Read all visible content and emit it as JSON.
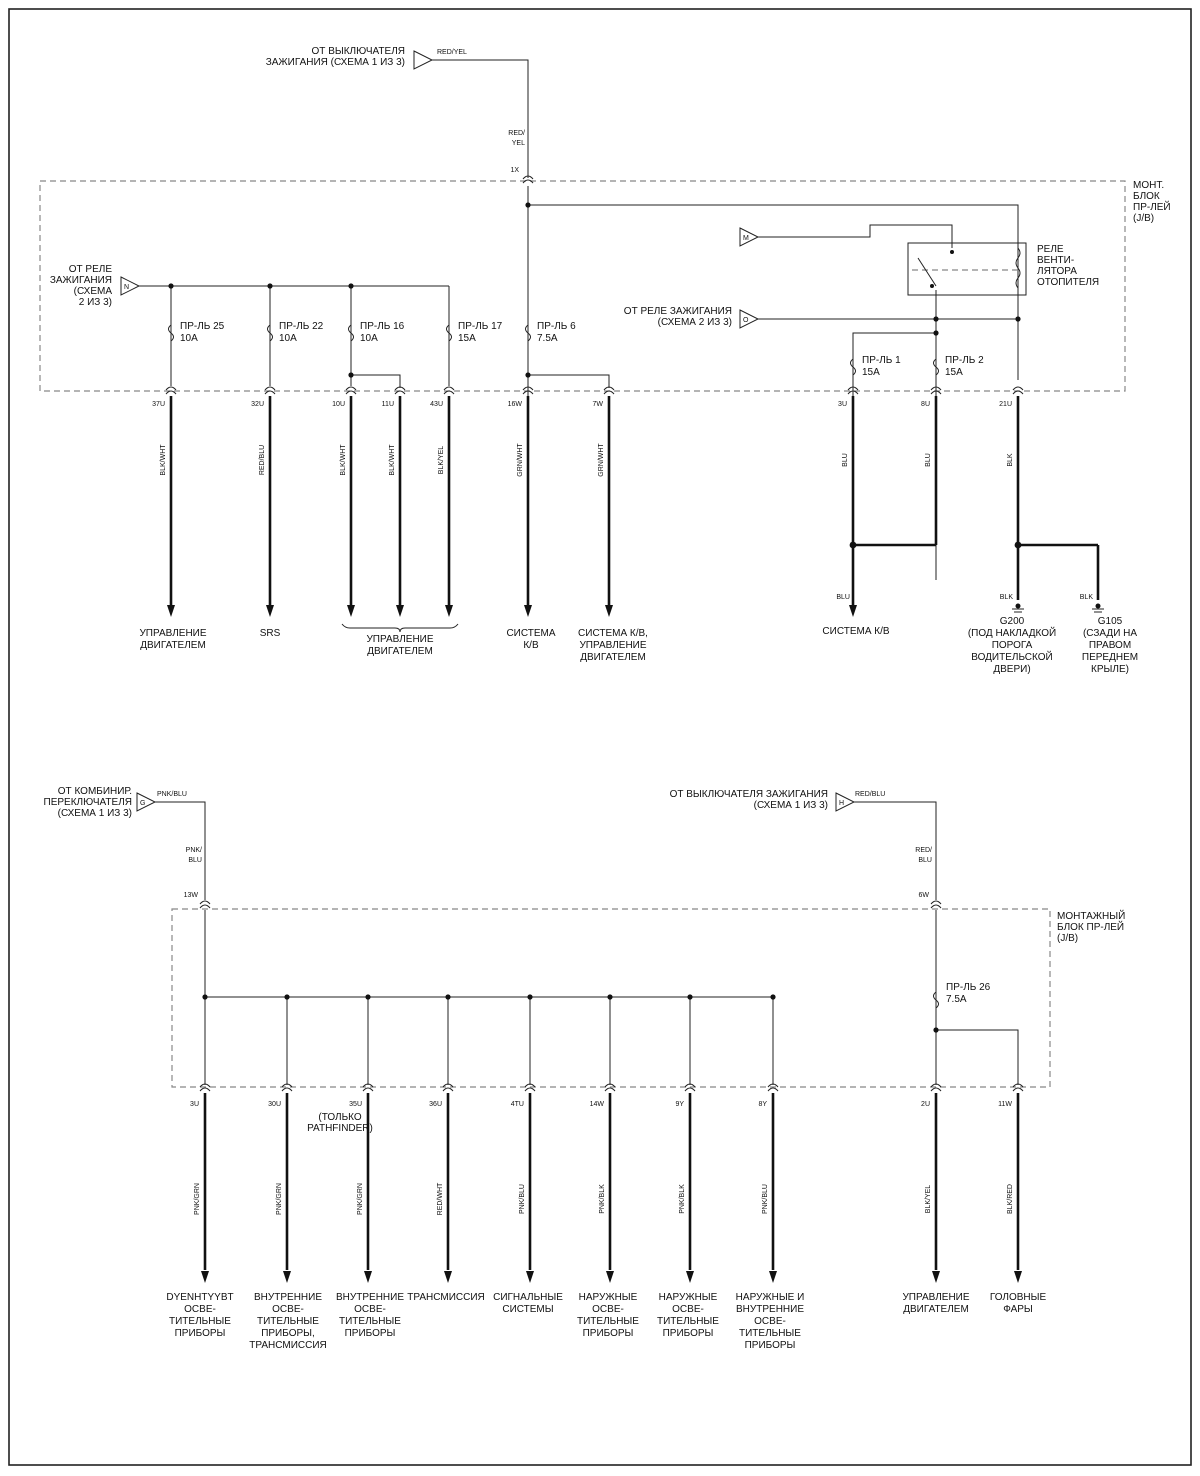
{
  "top": {
    "source_ign_switch": [
      "ОТ ВЫКЛЮЧАТЕЛЯ",
      "ЗАЖИГАНИЯ (СХЕМА 1 ИЗ 3)"
    ],
    "source_wire_color": "RED/YEL",
    "vertical_wire_color": [
      "RED/",
      "YEL"
    ],
    "entry_connector": "1X",
    "jb_label": [
      "МОНТ.",
      "БЛОК",
      "ПР-ЛЕЙ",
      "(J/B)"
    ],
    "ign_relay_source": [
      "ОТ РЕЛЕ",
      "ЗАЖИГАНИЯ",
      "(СХЕМА",
      "2 ИЗ 3)"
    ],
    "arrow_n": "N",
    "arrow_m": "M",
    "arrow_o": "O",
    "relay_label": [
      "РЕЛЕ",
      "ВЕНТИ-",
      "ЛЯТОРА",
      "ОТОПИТЕЛЯ"
    ],
    "ign_relay_source2": [
      "ОТ РЕЛЕ ЗАЖИГАНИЯ",
      "(СХЕМА 2 ИЗ 3)"
    ],
    "fuses": [
      {
        "name": "ПР-ЛЬ 25",
        "rating": "10A"
      },
      {
        "name": "ПР-ЛЬ 22",
        "rating": "10A"
      },
      {
        "name": "ПР-ЛЬ 16",
        "rating": "10A"
      },
      {
        "name": "ПР-ЛЬ 17",
        "rating": "15A"
      },
      {
        "name": "ПР-ЛЬ 6",
        "rating": "7.5A"
      },
      {
        "name": "ПР-ЛЬ 1",
        "rating": "15A"
      },
      {
        "name": "ПР-ЛЬ 2",
        "rating": "15A"
      }
    ],
    "connectors": [
      "37U",
      "32U",
      "10U",
      "11U",
      "43U",
      "16W",
      "7W",
      "3U",
      "8U",
      "21U"
    ],
    "wires": [
      "BLK/WHT",
      "RED/BLU",
      "BLK/WHT",
      "BLK/WHT",
      "BLK/YEL",
      "GRN/WHT",
      "GRN/WHT",
      "BLU",
      "BLU",
      "BLK"
    ],
    "blu_label": "BLU",
    "blk_label": "BLK",
    "dest_engine": [
      "УПРАВЛЕНИЕ",
      "ДВИГАТЕЛЕМ"
    ],
    "dest_srs": "SRS",
    "dest_engine_group": [
      "УПРАВЛЕНИЕ",
      "ДВИГАТЕЛЕМ"
    ],
    "dest_ac": [
      "СИСТЕМА",
      "К/В"
    ],
    "dest_ac_engine": [
      "СИСТЕМА К/В,",
      "УПРАВЛЕНИЕ",
      "ДВИГАТЕЛЕМ"
    ],
    "dest_ac2": "СИСТЕМА К/В",
    "ground_g200": [
      "G200",
      "(ПОД НАКЛАДКОЙ",
      "ПОРОГА",
      "ВОДИТЕЛЬСКОЙ",
      "ДВЕРИ)"
    ],
    "ground_g105": [
      "G105",
      "(СЗАДИ НА",
      "ПРАВОМ",
      "ПЕРЕДНЕМ",
      "КРЫЛЕ)"
    ]
  },
  "bottom": {
    "combo_source": [
      "ОТ КОМБИНИР.",
      "ПЕРЕКЛЮЧАТЕЛЯ",
      "(СХЕМА 1 ИЗ 3)"
    ],
    "arrow_g": "G",
    "combo_wire": "PNK/BLU",
    "combo_vwire": [
      "PNK/",
      "BLU"
    ],
    "combo_connector": "13W",
    "ign_source": [
      "ОТ ВЫКЛЮЧАТЕЛЯ ЗАЖИГАНИЯ",
      "(СХЕМА 1 ИЗ 3)"
    ],
    "arrow_h": "H",
    "ign_wire": "RED/BLU",
    "ign_vwire": [
      "RED/",
      "BLU"
    ],
    "ign_connector": "6W",
    "jb_label": [
      "МОНТАЖНЫЙ",
      "БЛОК ПР-ЛЕЙ",
      "(J/B)"
    ],
    "fuse": {
      "name": "ПР-ЛЬ 26",
      "rating": "7.5A"
    },
    "pathfinder_note": [
      "(ТОЛЬКО",
      "PATHFINDER)"
    ],
    "connectors": [
      "3U",
      "30U",
      "35U",
      "36U",
      "4TU",
      "14W",
      "9Y",
      "8Y",
      "2U",
      "11W"
    ],
    "wires": [
      "PNK/GRN",
      "PNK/GRN",
      "PNK/GRN",
      "RED/WHT",
      "PNK/BLU",
      "PNK/BLK",
      "PNK/BLK",
      "PNK/BLU",
      "BLK/YEL",
      "BLK/RED"
    ],
    "dests": [
      [
        "DYENHTYYBT",
        "ОСВЕ-",
        "ТИТЕЛЬНЫЕ",
        "ПРИБОРЫ"
      ],
      [
        "ВНУТРЕННИЕ",
        "ОСВЕ-",
        "ТИТЕЛЬНЫЕ",
        "ПРИБОРЫ,",
        "ТРАНСМИССИЯ"
      ],
      [
        "ВНУТРЕННИЕ",
        "ОСВЕ-",
        "ТИТЕЛЬНЫЕ",
        "ПРИБОРЫ"
      ],
      [
        "ТРАНСМИССИЯ"
      ],
      [
        "СИГНАЛЬНЫЕ",
        "СИСТЕМЫ"
      ],
      [
        "НАРУЖНЫЕ",
        "ОСВЕ-",
        "ТИТЕЛЬНЫЕ",
        "ПРИБОРЫ"
      ],
      [
        "НАРУЖНЫЕ",
        "ОСВЕ-",
        "ТИТЕЛЬНЫЕ",
        "ПРИБОРЫ"
      ],
      [
        "НАРУЖНЫЕ И",
        "ВНУТРЕННИЕ",
        "ОСВЕ-",
        "ТИТЕЛЬНЫЕ",
        "ПРИБОРЫ"
      ],
      [
        "УПРАВЛЕНИЕ",
        "ДВИГАТЕЛЕМ"
      ],
      [
        "ГОЛОВНЫЕ",
        "ФАРЫ"
      ]
    ]
  }
}
